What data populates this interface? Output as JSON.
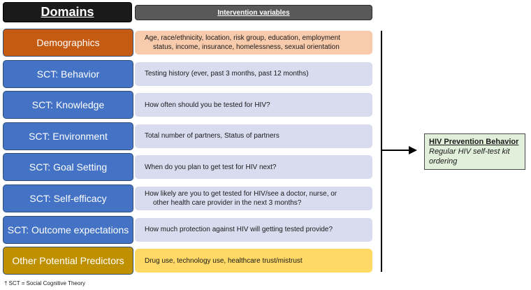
{
  "header": {
    "domains_label": "Domains",
    "variables_label": "Intervention variables"
  },
  "rows": [
    {
      "domain": "Demographics",
      "domain_color": "#c55a11",
      "var_color": "#f8cbad",
      "line1": "Age, race/ethnicity, location, risk group, education, employment",
      "line2": "status, income, insurance, homelessness, sexual orientation"
    },
    {
      "domain": "SCT: Behavior",
      "domain_color": "#4472c4",
      "var_color": "#d9dcef",
      "line1": "Testing history (ever, past 3 months, past 12 months)",
      "line2": ""
    },
    {
      "domain": "SCT: Knowledge",
      "domain_color": "#4472c4",
      "var_color": "#d9dcef",
      "line1": "How often should you be tested for HIV?",
      "line2": ""
    },
    {
      "domain": "SCT: Environment",
      "domain_color": "#4472c4",
      "var_color": "#d9dcef",
      "line1": "Total number of partners, Status of partners",
      "line2": ""
    },
    {
      "domain": "SCT: Goal Setting",
      "domain_color": "#4472c4",
      "var_color": "#d9dcef",
      "line1": "When do you plan to get test for HIV next?",
      "line2": ""
    },
    {
      "domain": "SCT: Self-efficacy",
      "domain_color": "#4472c4",
      "var_color": "#d9dcef",
      "line1": "How likely are you to get tested for HIV/see a doctor, nurse, or",
      "line2": "other health care provider in the next 3 months?"
    },
    {
      "domain": "SCT: Outcome expectations",
      "domain_color": "#4472c4",
      "var_color": "#d9dcef",
      "line1": "How much protection against HIV will getting tested provide?",
      "line2": ""
    },
    {
      "domain": "Other Potential Predictors",
      "domain_color": "#bf9000",
      "var_color": "#ffd966",
      "line1": "Drug use, technology use, healthcare trust/mistrust",
      "line2": ""
    }
  ],
  "outcome": {
    "title": "HIV Prevention Behavior",
    "subtitle": "Regular HIV self-test kit ordering"
  },
  "footnote": "† SCT = Social Cognitive Theory"
}
